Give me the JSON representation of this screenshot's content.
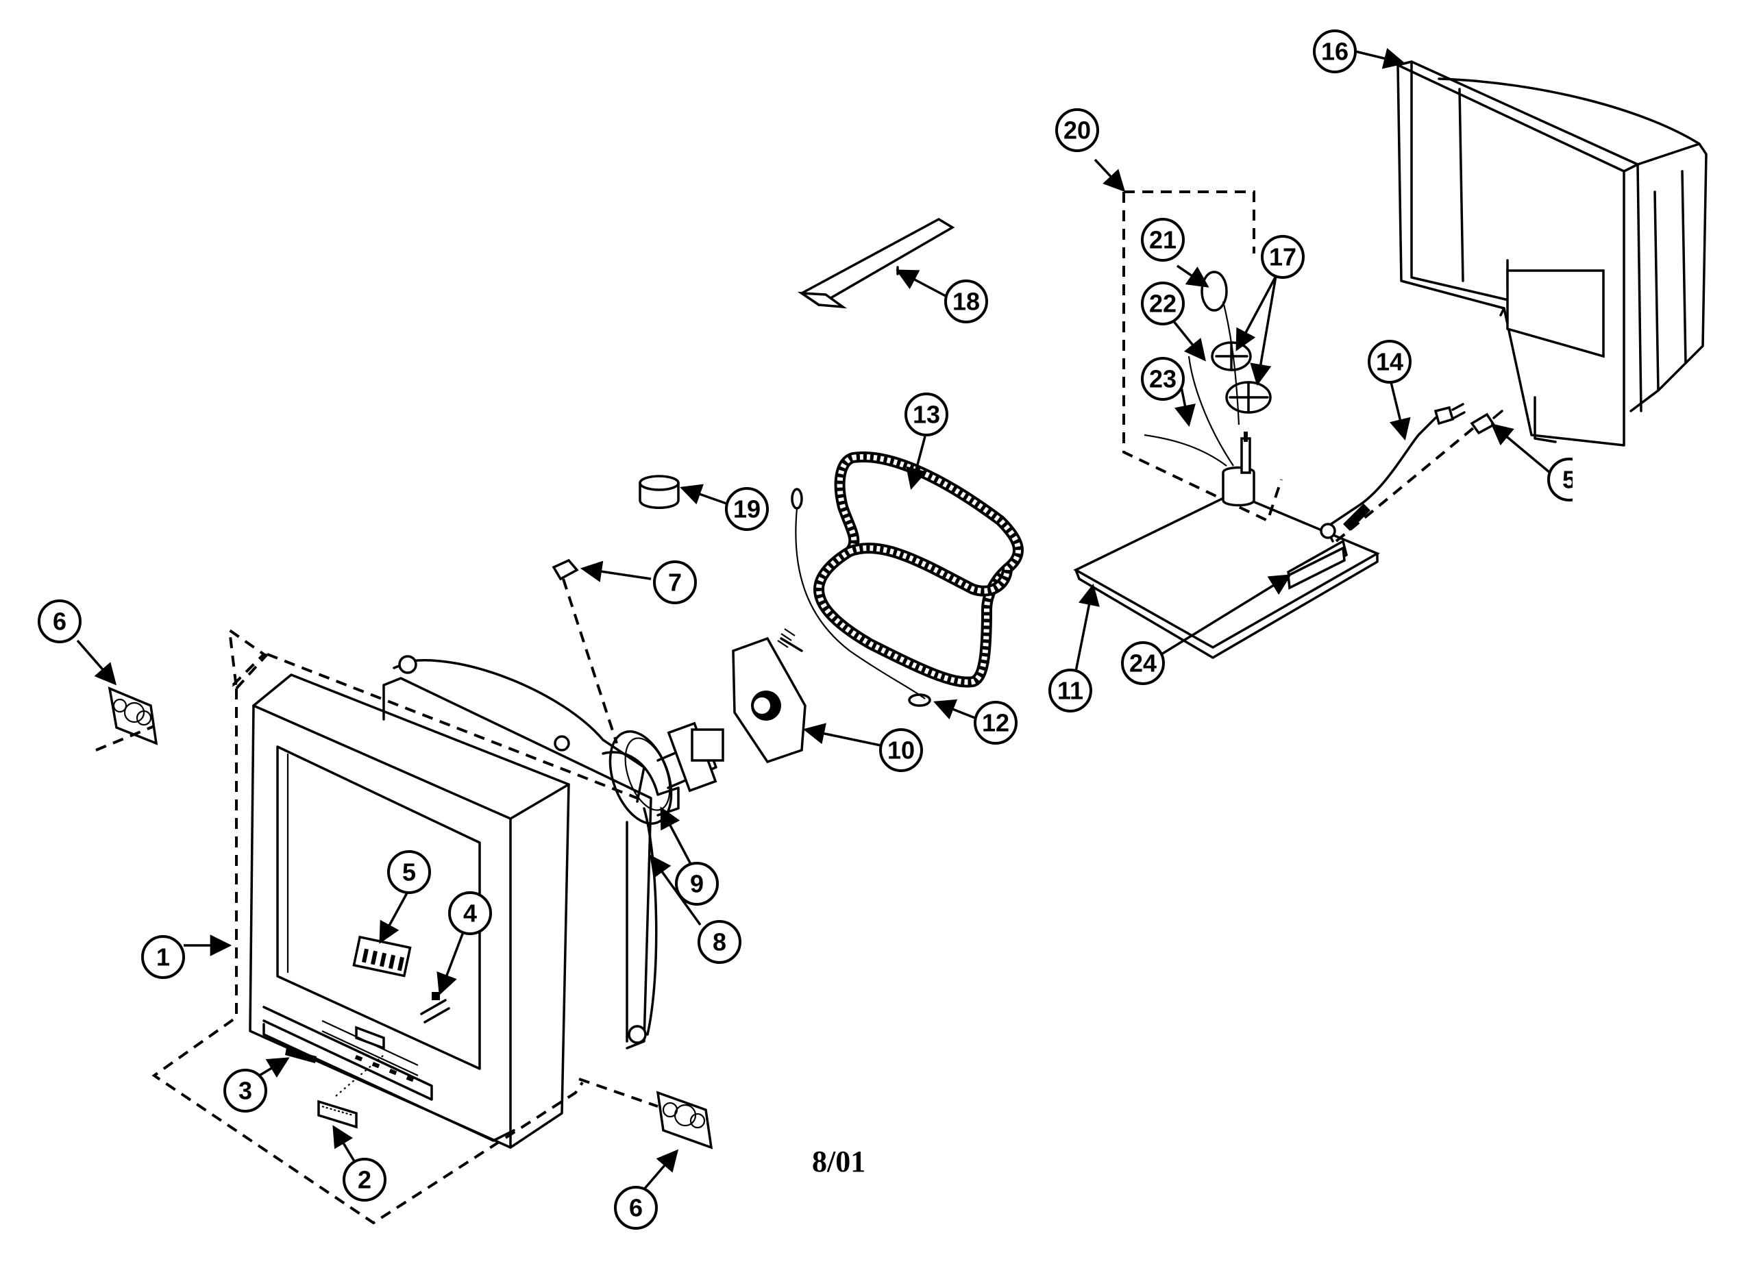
{
  "diagram": {
    "date_code": "8/01",
    "callouts": {
      "c1": "1",
      "c2": "2",
      "c3": "3",
      "c4": "4",
      "c5": "5",
      "c5b": "5",
      "c6a": "6",
      "c6b": "6",
      "c7": "7",
      "c8": "8",
      "c9": "9",
      "c10": "10",
      "c11": "11",
      "c12": "12",
      "c13": "13",
      "c14": "14",
      "c16": "16",
      "c17": "17",
      "c18": "18",
      "c19": "19",
      "c20": "20",
      "c21": "21",
      "c22": "22",
      "c23": "23",
      "c24": "24"
    }
  }
}
